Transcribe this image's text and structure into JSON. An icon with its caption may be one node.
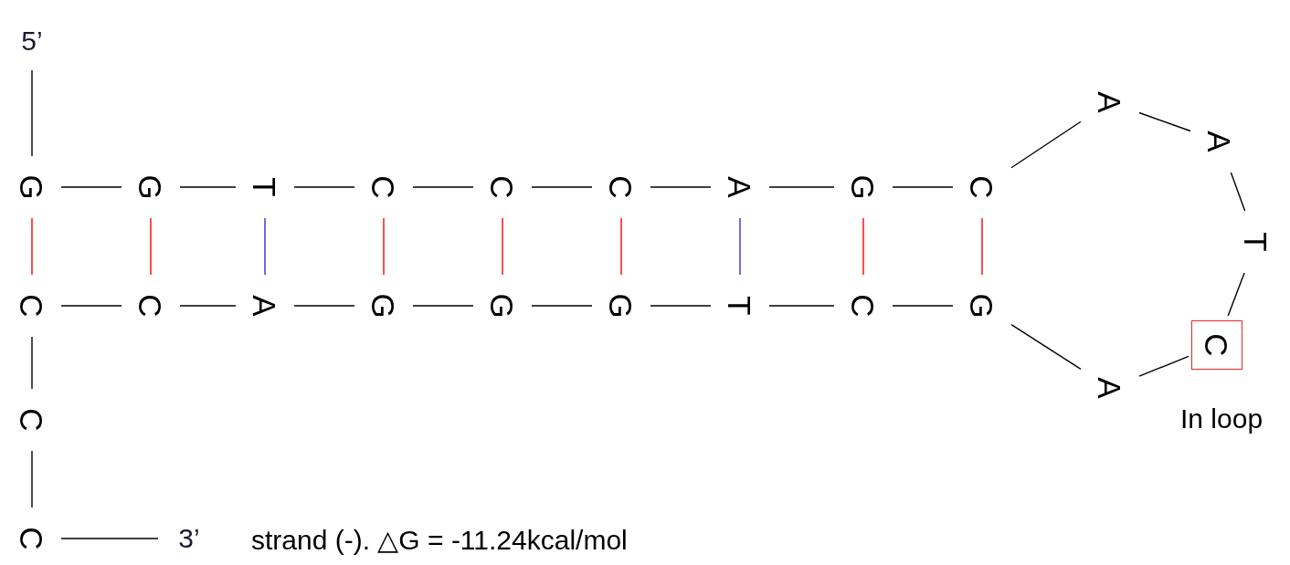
{
  "diagram": {
    "nodes": [
      {
        "text": [
          "5’"
        ]
      },
      {
        "text": [
          "G"
        ]
      },
      {
        "text": [
          "G"
        ]
      },
      {
        "text": [
          "T"
        ]
      },
      {
        "text": [
          "C"
        ]
      },
      {
        "text": [
          "C"
        ]
      },
      {
        "text": [
          "C"
        ]
      },
      {
        "text": [
          "A"
        ]
      },
      {
        "text": [
          "G"
        ]
      },
      {
        "text": [
          "C"
        ]
      },
      {
        "text": [
          "C"
        ]
      },
      {
        "text": [
          "C"
        ]
      },
      {
        "text": [
          "A"
        ]
      },
      {
        "text": [
          "G"
        ]
      },
      {
        "text": [
          "G"
        ]
      },
      {
        "text": [
          "G"
        ]
      },
      {
        "text": [
          "T"
        ]
      },
      {
        "text": [
          "C"
        ]
      },
      {
        "text": [
          "G"
        ]
      },
      {
        "text": [
          "C"
        ]
      },
      {
        "text": [
          "C"
        ]
      },
      {
        "text": [
          "3’"
        ]
      },
      {
        "text": [
          "A"
        ]
      },
      {
        "text": [
          "A"
        ]
      },
      {
        "text": [
          "T"
        ]
      },
      {
        "text": [
          "C"
        ],
        "beside": [
          "In loop"
        ]
      },
      {
        "text": [
          "A"
        ]
      }
    ],
    "edges": [
      {
        "from": 0,
        "to": 1,
        "arrow": "none"
      },
      {
        "from": 1,
        "to": 2,
        "arrow": "none"
      },
      {
        "from": 2,
        "to": 3,
        "arrow": "none"
      },
      {
        "from": 3,
        "to": 4,
        "arrow": "none"
      },
      {
        "from": 4,
        "to": 5,
        "arrow": "none"
      },
      {
        "from": 5,
        "to": 6,
        "arrow": "none"
      },
      {
        "from": 6,
        "to": 7,
        "arrow": "none"
      },
      {
        "from": 7,
        "to": 8,
        "arrow": "none"
      },
      {
        "from": 8,
        "to": 9,
        "arrow": "none"
      },
      {
        "from": 9,
        "to": 22,
        "arrow": "none"
      },
      {
        "from": 22,
        "to": 23,
        "arrow": "none"
      },
      {
        "from": 23,
        "to": 24,
        "arrow": "none"
      },
      {
        "from": 24,
        "to": 25,
        "arrow": "none"
      },
      {
        "from": 25,
        "to": 26,
        "arrow": "none"
      },
      {
        "from": 26,
        "to": 18,
        "arrow": "none"
      },
      {
        "from": 18,
        "to": 17,
        "arrow": "none"
      },
      {
        "from": 17,
        "to": 16,
        "arrow": "none"
      },
      {
        "from": 16,
        "to": 15,
        "arrow": "none"
      },
      {
        "from": 15,
        "to": 14,
        "arrow": "none"
      },
      {
        "from": 14,
        "to": 13,
        "arrow": "none"
      },
      {
        "from": 13,
        "to": 12,
        "arrow": "none"
      },
      {
        "from": 12,
        "to": 11,
        "arrow": "none"
      },
      {
        "from": 11,
        "to": 10,
        "arrow": "none"
      },
      {
        "from": 10,
        "to": 19,
        "arrow": "none"
      },
      {
        "from": 19,
        "to": 20,
        "arrow": "none"
      },
      {
        "from": 20,
        "to": 21,
        "arrow": "none"
      },
      {
        "from": 1,
        "to": 10,
        "arrow": "none",
        "color": "#ff0000"
      },
      {
        "from": 2,
        "to": 11,
        "arrow": "none",
        "color": "#ff0000"
      },
      {
        "from": 3,
        "to": 12,
        "arrow": "none",
        "color": "#3333cc"
      },
      {
        "from": 4,
        "to": 13,
        "arrow": "none",
        "color": "#ff0000"
      },
      {
        "from": 5,
        "to": 14,
        "arrow": "none",
        "color": "#ff0000"
      },
      {
        "from": 6,
        "to": 15,
        "arrow": "none",
        "color": "#ff0000"
      },
      {
        "from": 7,
        "to": 16,
        "arrow": "none",
        "color": "#3333cc"
      },
      {
        "from": 8,
        "to": 17,
        "arrow": "none",
        "color": "#ff0000"
      },
      {
        "from": 9,
        "to": 18,
        "arrow": "none",
        "color": "#ff0000"
      }
    ],
    "labels": [
      "strand (-). △G = -11.24kcal/mol"
    ]
  }
}
